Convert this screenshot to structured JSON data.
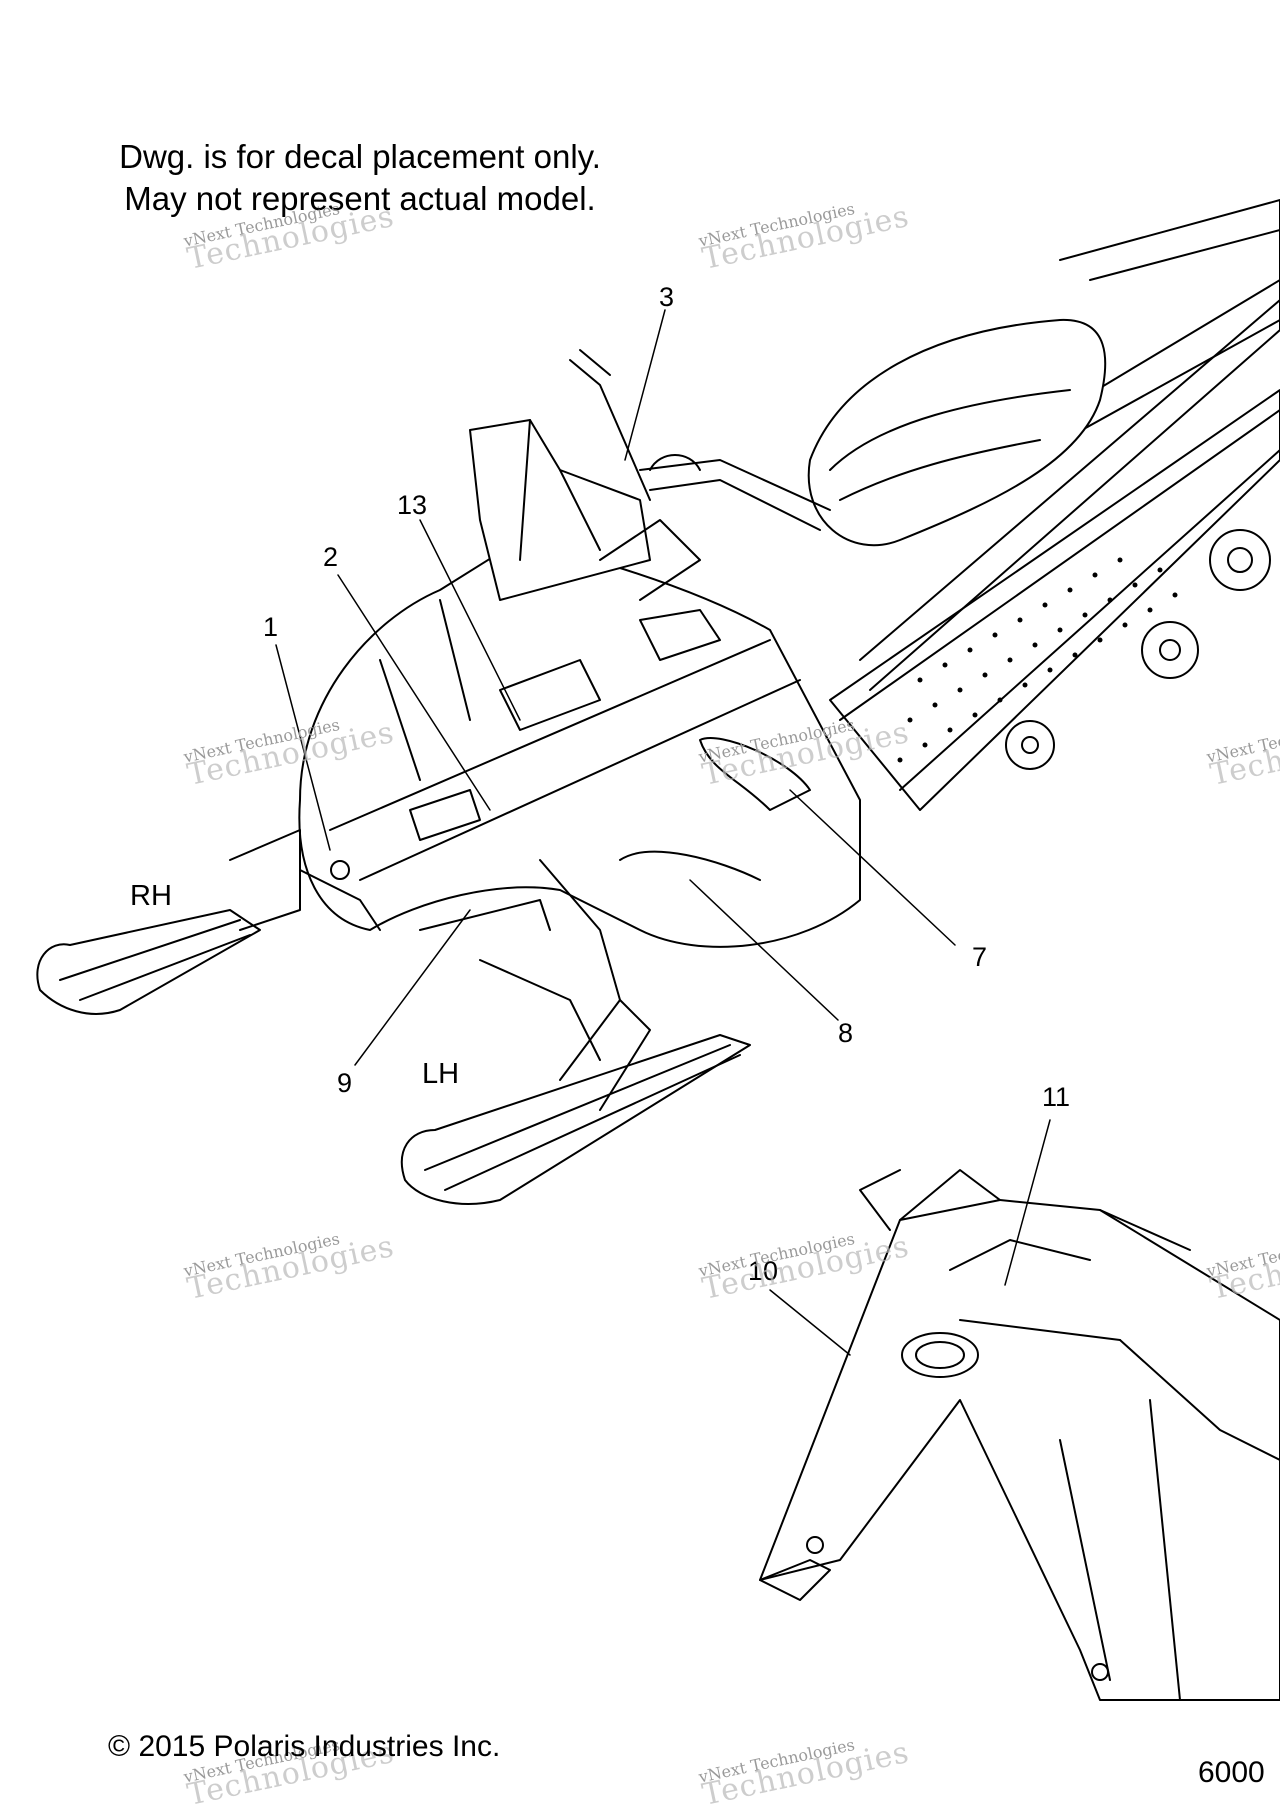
{
  "note": {
    "line1": "Dwg. is for decal placement only.",
    "line2": "May not represent actual model."
  },
  "callouts": [
    {
      "id": "1",
      "label": "1"
    },
    {
      "id": "2",
      "label": "2"
    },
    {
      "id": "3",
      "label": "3"
    },
    {
      "id": "7",
      "label": "7"
    },
    {
      "id": "8",
      "label": "8"
    },
    {
      "id": "9",
      "label": "9"
    },
    {
      "id": "10",
      "label": "10"
    },
    {
      "id": "11",
      "label": "11"
    },
    {
      "id": "13",
      "label": "13"
    }
  ],
  "sides": {
    "right": "RH",
    "left": "LH"
  },
  "watermark": {
    "line_small": "vNext Technologies",
    "line_large": "Technologies"
  },
  "footer": {
    "copyright": "© 2015 Polaris Industries Inc.",
    "drawing_number": "6000"
  },
  "colors": {
    "line": "#000000",
    "watermark": "#b8b8b8",
    "background": "#ffffff"
  }
}
